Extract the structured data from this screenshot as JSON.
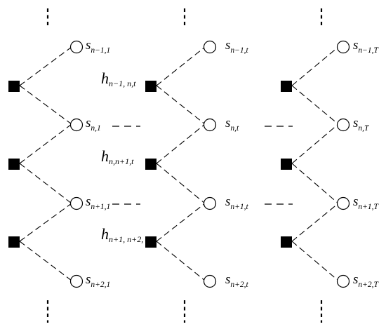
{
  "columns": [
    {
      "id": "col1",
      "variables": [
        {
          "main": "s",
          "sub": "n−1,1"
        },
        {
          "main": "s",
          "sub": "n,1"
        },
        {
          "main": "s",
          "sub": "n+1,1"
        },
        {
          "main": "s",
          "sub": "n+2,1"
        }
      ]
    },
    {
      "id": "colt",
      "variables": [
        {
          "main": "s",
          "sub": "n−1,t"
        },
        {
          "main": "s",
          "sub": "n,t"
        },
        {
          "main": "s",
          "sub": "n+1,t"
        },
        {
          "main": "s",
          "sub": "n+2,t"
        }
      ],
      "factor_labels": [
        {
          "main": "h",
          "sub": "n−1, n,t"
        },
        {
          "main": "h",
          "sub": "n,n+1,t"
        },
        {
          "main": "h",
          "sub": "n+1, n+2, t"
        }
      ]
    },
    {
      "id": "colT",
      "variables": [
        {
          "main": "s",
          "sub": "n−1,T"
        },
        {
          "main": "s",
          "sub": "n,T"
        },
        {
          "main": "s",
          "sub": "n+1,T"
        },
        {
          "main": "s",
          "sub": "n+2,T"
        }
      ]
    }
  ]
}
